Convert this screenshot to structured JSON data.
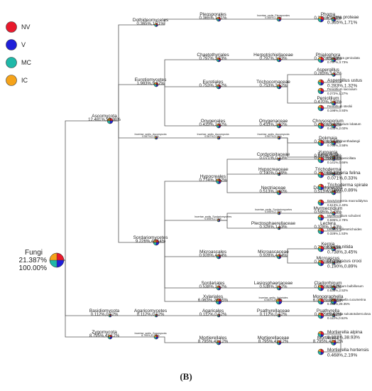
{
  "legend": [
    {
      "label": "NV",
      "color": "#e8192c"
    },
    {
      "label": "V",
      "color": "#1f1fd9"
    },
    {
      "label": "MC",
      "color": "#1fb8a8"
    },
    {
      "label": "IC",
      "color": "#f5a31a"
    }
  ],
  "panel_label": "(B)",
  "nodes": {
    "fungi": {
      "name": "Fungi",
      "v1": "21.387%",
      "v2": "100.00%"
    },
    "ascomycota": {
      "name": "Ascomycota",
      "stats": "12.481%,58.36%"
    },
    "basidiomycota": {
      "name": "Basidiomycota",
      "stats": "0.112%,0.52%"
    },
    "zygomycota": {
      "name": "Zygomycota",
      "stats": "8.795%,41.12%"
    },
    "dothideomycetes": {
      "name": "Dothideomycetes",
      "stats": "0.365%,1.71%"
    },
    "eurotiomycetes": {
      "name": "Eurotiomycetes",
      "stats": "1.983%,9.27%"
    },
    "unc_asco": {
      "name": "Incertae_sedis_Ascomycota",
      "stats": "0.067%,0.31%"
    },
    "sordariomycetes": {
      "name": "Sordariomycetes",
      "stats": "9.226%,43.14%"
    },
    "agaricomycetes": {
      "name": "Agaricomycetes",
      "stats": "0.112%,0.52%"
    },
    "unc_zygo": {
      "name": "Incertae_sedis_Zygomycota",
      "stats": "8.795%,41.12%"
    },
    "pleosporales": {
      "name": "Pleosporales",
      "stats": "0.365%,1.71%"
    },
    "chaetothyriales": {
      "name": "Chaetothyriales",
      "stats": "0.797%,3.73%"
    },
    "eurotiales": {
      "name": "Eurotiales",
      "stats": "0.753%,3.52%"
    },
    "onygenales": {
      "name": "Onygenales",
      "stats": "0.433%,2.02%"
    },
    "unc_asco_o": {
      "name": "Incertae_sedis_Ascomycota",
      "stats": "0.067%,0.31%"
    },
    "hypocreales": {
      "name": "Hypocreales",
      "stats": "0.774%,3.62%"
    },
    "unc_sord": {
      "name": "Incertae_sedis_Sordariomycetes",
      "stats": "0.595%,2.78%"
    },
    "microascales": {
      "name": "Microascales",
      "stats": "0.928%,4.34%"
    },
    "sordariales": {
      "name": "Sordariales",
      "stats": "0.538%,2.52%"
    },
    "xylariales": {
      "name": "Xylariales",
      "stats": "6.063%,28.35%"
    },
    "agaricales": {
      "name": "Agaricales",
      "stats": "0.112%,0.52%"
    },
    "mortierellales": {
      "name": "Mortierellales",
      "stats": "8.795%,41.12%"
    },
    "unc_pleo": {
      "name": "Incertae_sedis_Pleosporales",
      "stats": "0.365%,1.71%"
    },
    "herpotrichiellaceae": {
      "name": "Herpotrichiellaceae",
      "stats": "0.797%,3.73%"
    },
    "trichocomaceae": {
      "name": "Trichocomaceae",
      "stats": "0.753%,3.52%"
    },
    "onygenaceae": {
      "name": "Onygenaceae",
      "stats": "0.433%,2.02%"
    },
    "unc_asco_f": {
      "name": "Incertae_sedis_Ascomycota",
      "stats": "0.907%,4.24%"
    },
    "cordycipitaceae": {
      "name": "Cordycipitaceae",
      "stats": "0.071%,0.33%"
    },
    "hypocreaceae": {
      "name": "Hypocreaceae",
      "stats": "0.190%,0.89%"
    },
    "nectriaceae": {
      "name": "Nectriaceae",
      "stats": "0.513%,2.40%"
    },
    "unc_sord_f": {
      "name": "Incertae_sedis_Sordariomycetes",
      "stats": "0.595%,2.78%"
    },
    "plectosphaerellaceae": {
      "name": "Plectosphaerellaceae",
      "stats": "0.328%,1.53%"
    },
    "microascaceae": {
      "name": "Microascaceae",
      "stats": "0.928%,4.34%"
    },
    "lasiosphaeriaceae": {
      "name": "Lasiosphaeriaceae",
      "stats": "0.538%,2.52%"
    },
    "unc_xyl": {
      "name": "Incertae_sedis_Xylariales",
      "stats": "6.063%,28.35%"
    },
    "psathyrellaceae": {
      "name": "Psathyrellaceae",
      "stats": "0.112%,0.52%"
    },
    "mortierellaceae": {
      "name": "Mortierellaceae",
      "stats": "8.795%,41.12%"
    },
    "phoma": {
      "name": "Phoma",
      "stats": "0.365%,1.71%"
    },
    "phialophora": {
      "name": "Phialophora",
      "stats": "0.797%,3.73%"
    },
    "aspergillus": {
      "name": "Aspergillus",
      "stats": "0.283%,1.32%"
    },
    "penicillium": {
      "name": "Penicillium",
      "stats": "0.470%,2.20%"
    },
    "chrysosporium": {
      "name": "Chrysosporium",
      "stats": "0.433%,2.02%"
    },
    "dokmaia": {
      "name": "Dokmaia",
      "stats": "0.766%,3.58%"
    },
    "yunnania": {
      "name": "Yunnania",
      "stats": "0.141%,0.66%"
    },
    "beauveria": {
      "name": "Beauveria",
      "stats": "0.071%,0.33%"
    },
    "trichoderma": {
      "name": "Trichoderma",
      "stats": "0.190%,0.89%"
    },
    "dactylonectria": {
      "name": "Dactylonectria",
      "stats": "0.513%,2.40%"
    },
    "myrmecridium": {
      "name": "Myrmecridium",
      "stats": "0.595%,2.78%"
    },
    "lectera": {
      "name": "Lectera",
      "stats": "0.328%,1.53%"
    },
    "kernia": {
      "name": "Kernia",
      "stats": "0.738%,3.45%"
    },
    "microascus": {
      "name": "Microascus",
      "stats": "0.190%,0.89%"
    },
    "cladorrhinum": {
      "name": "Cladorrhinum",
      "stats": "0.538%,2.52%"
    },
    "monographella": {
      "name": "Monographella",
      "stats": "6.063%,28.35%"
    },
    "psathyrella": {
      "name": "Psathyrella",
      "stats": "0.112%,0.52%"
    },
    "mortierella": {
      "name": "Mortierella",
      "stats": "8.795%,41.12%"
    },
    "phoma_proteae": {
      "name": "Phoma proteae",
      "stats": "0.365%,1.71%"
    },
    "phialophora_geniculata": {
      "name": "Phialophora geniculata",
      "stats": "0.797%,3.73%"
    },
    "aspergillus_ustus": {
      "name": "Aspergillus ustus",
      "stats": "0.283%,1.32%"
    },
    "penicillium_sacculum": {
      "name": "Penicillium sacculum",
      "stats": "0.272%,1.27%"
    },
    "penicillium_steckii": {
      "name": "Penicillium steckii",
      "stats": "0.198%,0.93%"
    },
    "chrysosporium_lobatum": {
      "name": "Chrysosporium lobatum",
      "stats": "0.433%,2.02%"
    },
    "dokmaia_monthadangii": {
      "name": "Dokmaia monthadangii",
      "stats": "0.766%,3.58%"
    },
    "yunnania_penicillata": {
      "name": "Yunnania penicillata",
      "stats": "0.141%,0.66%"
    },
    "beauveria_felina": {
      "name": "Beauveria felina",
      "stats": "0.071%,0.33%"
    },
    "trichoderma_spirale": {
      "name": "Trichoderma spirale",
      "stats": "0.190%,0.89%"
    },
    "dactylonectria_sp": {
      "name": "Dactylonectria macrodidyma",
      "stats": "0.513%,2.40%"
    },
    "myrmecridium_schulzeri": {
      "name": "Myrmecridium schulzeri",
      "stats": "0.595%,2.78%"
    },
    "lectera_colletotrichoides": {
      "name": "Lectera colletotrichoides",
      "stats": "0.328%,1.53%"
    },
    "kernia_nitida": {
      "name": "Kernia nitida",
      "stats": "0.738%,3.45%"
    },
    "microascus_croci": {
      "name": "Microascus croci",
      "stats": "0.190%,0.89%"
    },
    "cladorrhinum_bulbillosum": {
      "name": "Cladorrhinum bulbillosum",
      "stats": "0.538%,2.52%"
    },
    "monographella_cucumerina": {
      "name": "Monographella cucumerina",
      "stats": "6.063%,28.35%"
    },
    "psathyrella_sp": {
      "name": "Psathyrella sulcatotuberculosa",
      "stats": "0.112%,0.52%"
    },
    "mortierella_alpina": {
      "name": "Mortierella alpina",
      "stats": "8.327%,38.93%"
    },
    "mortierella_hortensis": {
      "name": "Mortierella hortensis",
      "stats": "0.468%,2.19%"
    }
  }
}
